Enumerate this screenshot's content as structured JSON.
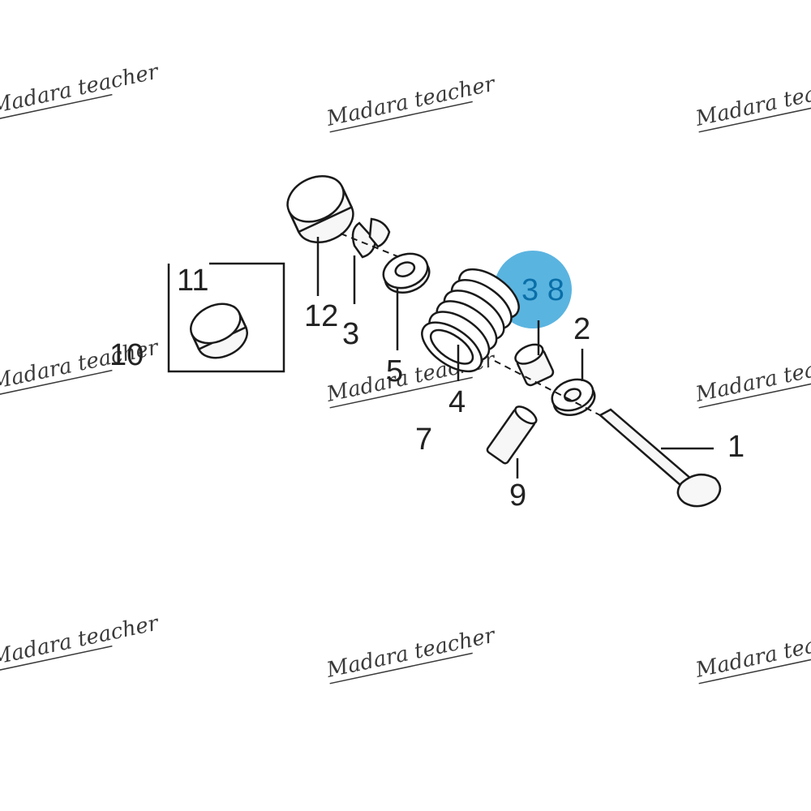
{
  "callouts": {
    "n1": "1",
    "n2": "2",
    "n3": "3",
    "n4": "4",
    "n5": "5",
    "n7": "7",
    "n9": "9",
    "n10": "10",
    "n11": "11",
    "n12": "12",
    "n38": "3 8"
  },
  "highlight_color": "#5ab4e0",
  "watermark": {
    "text": "Madara teacher"
  }
}
